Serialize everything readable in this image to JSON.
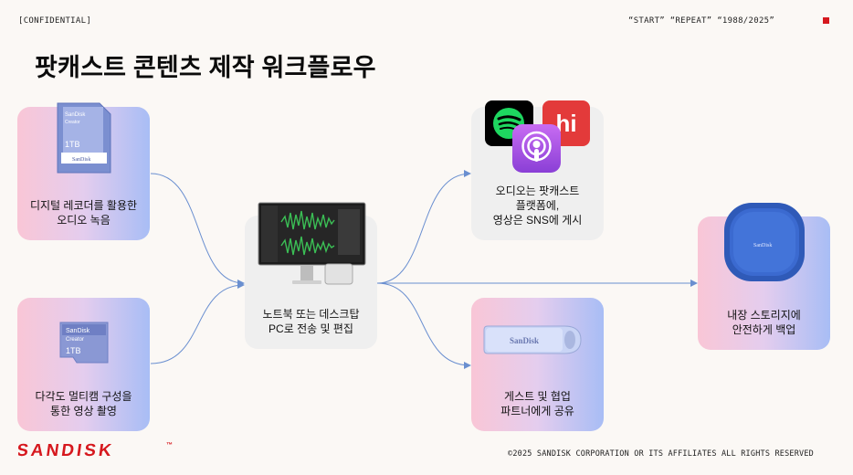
{
  "header": {
    "confidential": "[CONFIDENTIAL]",
    "tags": "“START” “REPEAT” “1988/2025”",
    "accent_color": "#d6181e"
  },
  "title": "팟캐스트 콘텐츠 제작 워크플로우",
  "nodes": {
    "recorder": {
      "label": "디지털 레코더를 활용한\n오디오 녹음",
      "icon": "sd-card-icon",
      "card_text": {
        "brand": "SanDisk",
        "line": "Creator",
        "cap": "1TB"
      }
    },
    "multicam": {
      "label": "다각도 멀티캠 구성을\n통한 영상 촬영",
      "icon": "microsd-card-icon",
      "card_text": {
        "brand": "SanDisk",
        "line": "Creator",
        "cap": "1TB"
      }
    },
    "editing": {
      "label": "노트북 또는 데스크탑\nPC로 전송 및 편집",
      "icon": "desktop-computer-icon"
    },
    "publish": {
      "label": "오디오는 팟캐스트\n플랫폼에,\n영상은 SNS에 게시",
      "icons": [
        "spotify-icon",
        "podcast-app-icon",
        "apple-podcasts-icon"
      ],
      "badge_text": "hi"
    },
    "share": {
      "label": "게스트 및 협업\n파트너에게 공유",
      "icon": "usb-flash-drive-icon",
      "brand": "SanDisk"
    },
    "backup": {
      "label": "내장 스토리지에\n안전하게 백업",
      "icon": "portable-ssd-icon",
      "brand": "SanDisk"
    }
  },
  "footer": {
    "logo": "SANDISK",
    "copyright": "©2025 SANDISK CORPORATION OR ITS AFFILIATES ALL RIGHTS RESERVED"
  },
  "colors": {
    "arrow": "#6a8fd0",
    "gradient": [
      "#f9c6d6",
      "#e4cdee",
      "#a8bdf5"
    ],
    "gray_card": "#efefef"
  }
}
